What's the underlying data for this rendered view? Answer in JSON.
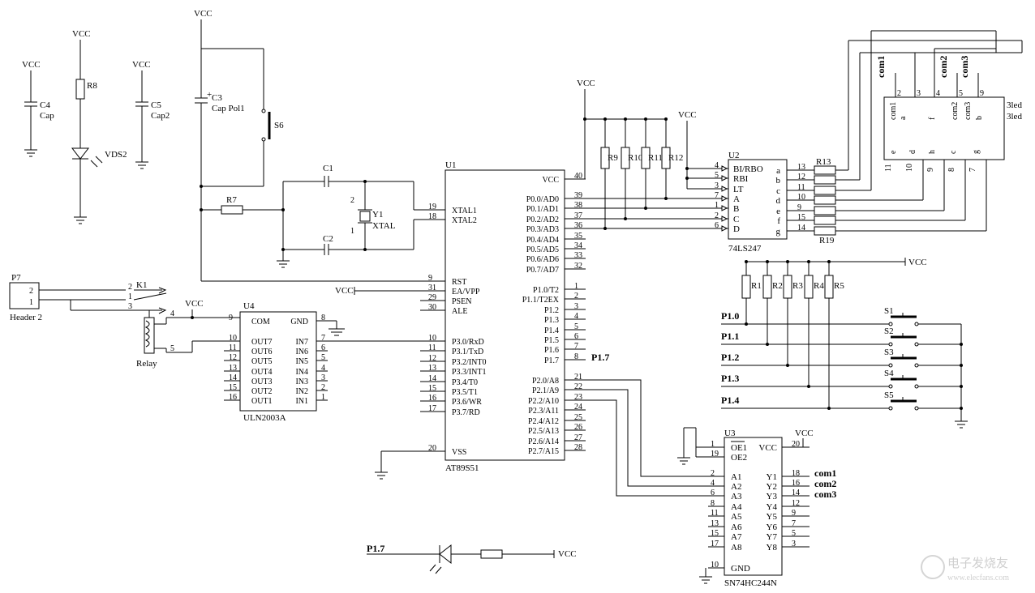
{
  "supply": "VCC",
  "components": {
    "c4": [
      "C4",
      "Cap"
    ],
    "c5": [
      "C5",
      "Cap2"
    ],
    "r8": "R8",
    "vds2": "VDS2",
    "c3": [
      "C3",
      "Cap Pol1",
      "+"
    ],
    "s6": "S6",
    "r7": "R7",
    "c1": "C1",
    "c2": "C2",
    "y1": [
      "Y1",
      "XTAL",
      "2",
      "1"
    ],
    "p7": [
      "P7",
      "Header 2",
      "2",
      "1"
    ],
    "k1": [
      "K1",
      "2",
      "1",
      "3"
    ],
    "relay": [
      "Relay",
      "4",
      "5"
    ],
    "u4": {
      "ref": "U4",
      "part": "ULN2003A",
      "left": [
        "COM",
        "OUT7",
        "OUT6",
        "OUT5",
        "OUT4",
        "OUT3",
        "OUT2",
        "OUT1"
      ],
      "right": [
        "GND",
        "IN7",
        "IN6",
        "IN5",
        "IN4",
        "IN3",
        "IN2",
        "IN1"
      ],
      "lpins": [
        "9",
        "10",
        "11",
        "12",
        "13",
        "14",
        "15",
        "16"
      ],
      "rpins": [
        "8",
        "7",
        "6",
        "5",
        "4",
        "3",
        "2",
        "1"
      ]
    },
    "u1": {
      "ref": "U1",
      "part": "AT89S51",
      "left": [
        "XTAL1",
        "XTAL2",
        "RST",
        "EA/VPP",
        "PSEN",
        "ALE",
        "P3.0/RxD",
        "P3.1/TxD",
        "P3.2/INT0",
        "P3.3/INT1",
        "P3.4/T0",
        "P3.5/T1",
        "P3.6/WR",
        "P3.7/RD",
        "VSS"
      ],
      "lpins": [
        "19",
        "18",
        "9",
        "31",
        "29",
        "30",
        "10",
        "11",
        "12",
        "13",
        "14",
        "15",
        "16",
        "17",
        "20"
      ],
      "right": [
        "VCC",
        "P0.0/AD0",
        "P0.1/AD1",
        "P0.2/AD2",
        "P0.3/AD3",
        "P0.4/AD4",
        "P0.5/AD5",
        "P0.6/AD6",
        "P0.7/AD7",
        "P1.0/T2",
        "P1.1/T2EX",
        "P1.2",
        "P1.3",
        "P1.4",
        "P1.5",
        "P1.6",
        "P1.7",
        "P2.0/A8",
        "P2.1/A9",
        "P2.2/A10",
        "P2.3/A11",
        "P2.4/A12",
        "P2.5/A13",
        "P2.6/A14",
        "P2.7/A15"
      ],
      "rpins": [
        "40",
        "39",
        "38",
        "37",
        "36",
        "35",
        "34",
        "33",
        "32",
        "1",
        "2",
        "3",
        "4",
        "5",
        "6",
        "7",
        "8",
        "21",
        "22",
        "23",
        "24",
        "25",
        "26",
        "27",
        "28"
      ],
      "p17": "P1.7"
    },
    "pullups": [
      "R9",
      "R10",
      "R11",
      "R12"
    ],
    "u2": {
      "ref": "U2",
      "part": "74LS247",
      "left": [
        "BI/RBO",
        "RBI",
        "LT",
        "A",
        "B",
        "C",
        "D"
      ],
      "lpins": [
        "4",
        "5",
        "3",
        "7",
        "1",
        "2",
        "6"
      ],
      "right": [
        "a",
        "b",
        "c",
        "d",
        "e",
        "f",
        "g"
      ],
      "rpins": [
        "13",
        "12",
        "11",
        "10",
        "9",
        "15",
        "14"
      ]
    },
    "seg_res": [
      "R13",
      "R19"
    ],
    "disp": {
      "top": [
        "com1",
        "com2",
        "com3"
      ],
      "toppins": [
        "2",
        "3",
        "4",
        "5",
        "9"
      ],
      "inner_top": [
        "com1",
        "a",
        "f",
        "com2",
        "com3",
        "b"
      ],
      "inner_bot": [
        "e",
        "d",
        "h",
        "c",
        "g"
      ],
      "botpins": [
        "11",
        "10",
        "9",
        "8",
        "7"
      ],
      "name": [
        "3led",
        "3led"
      ]
    },
    "keys_r": [
      "R1",
      "R2",
      "R3",
      "R4",
      "R5"
    ],
    "keys_s": [
      "S1",
      "S2",
      "S3",
      "S4",
      "S5"
    ],
    "keys_p": [
      "P1.0",
      "P1.1",
      "P1.2",
      "P1.3",
      "P1.4"
    ],
    "u3": {
      "ref": "U3",
      "part": "SN74HC244N",
      "left": [
        "OE1",
        "OE2",
        "A1",
        "A2",
        "A3",
        "A4",
        "A5",
        "A6",
        "A7",
        "A8",
        "GND"
      ],
      "lpins": [
        "1",
        "19",
        "2",
        "4",
        "6",
        "8",
        "11",
        "13",
        "15",
        "17",
        "10"
      ],
      "right": [
        "VCC",
        "Y1",
        "Y2",
        "Y3",
        "Y4",
        "Y5",
        "Y6",
        "Y7",
        "Y8"
      ],
      "rpins": [
        "20",
        "18",
        "16",
        "14",
        "12",
        "9",
        "7",
        "5",
        "3"
      ],
      "outs": [
        "com1",
        "com2",
        "com3"
      ]
    },
    "led_p17": "P1.7"
  },
  "watermark": [
    "电子发烧友",
    "www.elecfans.com"
  ]
}
